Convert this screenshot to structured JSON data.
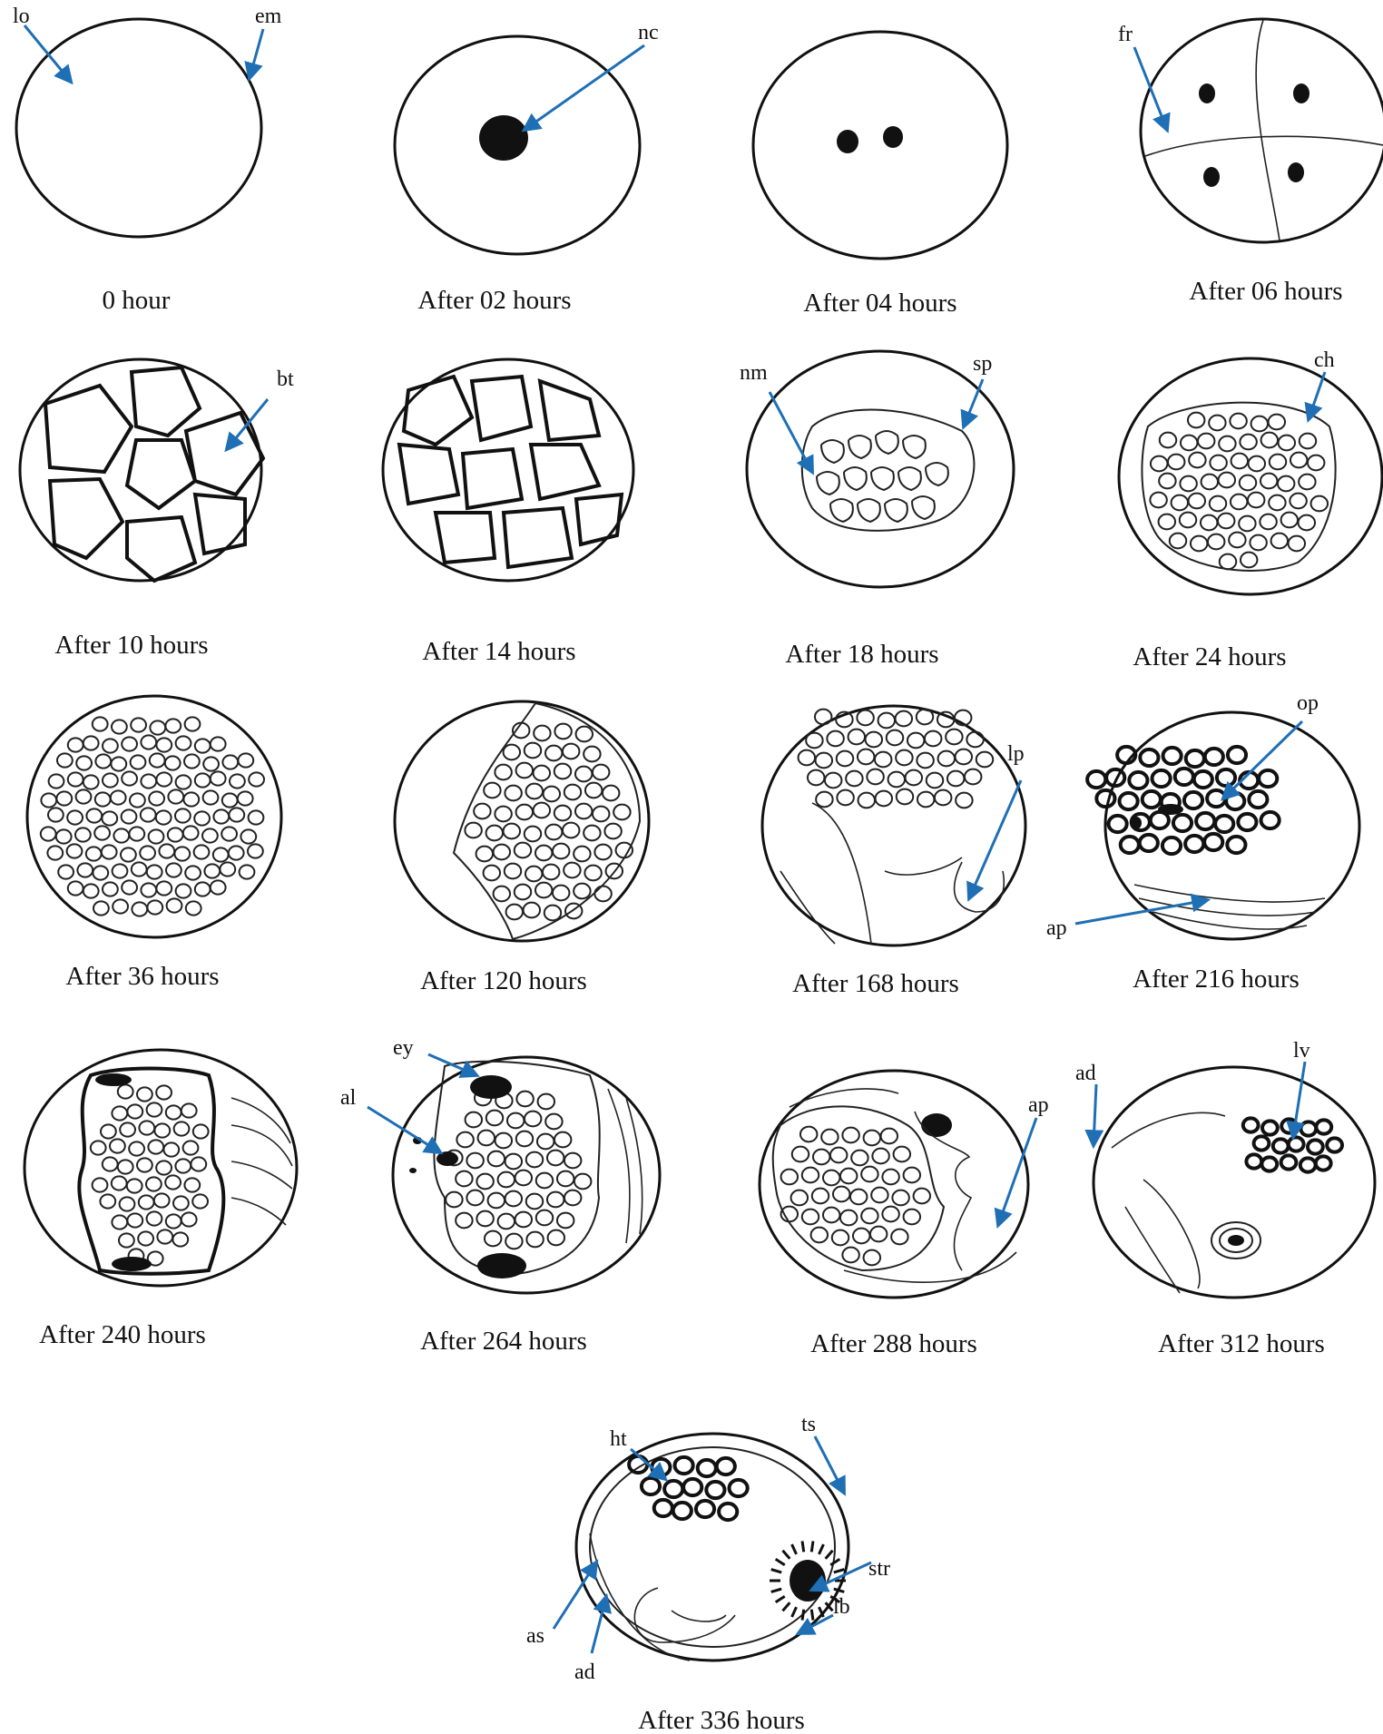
{
  "colors": {
    "arrow": "#1f6fb5",
    "ink": "#111111",
    "background": "#ffffff"
  },
  "panels": [
    {
      "id": "p0",
      "caption": "0 hour",
      "labels": [
        "lo",
        "em"
      ]
    },
    {
      "id": "p2",
      "caption": "After 02 hours",
      "labels": [
        "nc"
      ]
    },
    {
      "id": "p4",
      "caption": "After 04 hours",
      "labels": []
    },
    {
      "id": "p6",
      "caption": "After 06 hours",
      "labels": [
        "fr"
      ]
    },
    {
      "id": "p10",
      "caption": "After 10 hours",
      "labels": [
        "bt"
      ]
    },
    {
      "id": "p14",
      "caption": "After 14 hours",
      "labels": []
    },
    {
      "id": "p18",
      "caption": "After 18 hours",
      "labels": [
        "nm",
        "sp"
      ]
    },
    {
      "id": "p24",
      "caption": "After 24 hours",
      "labels": [
        "ch"
      ]
    },
    {
      "id": "p36",
      "caption": "After 36 hours",
      "labels": []
    },
    {
      "id": "p120",
      "caption": "After 120 hours",
      "labels": []
    },
    {
      "id": "p168",
      "caption": "After 168 hours",
      "labels": [
        "lp"
      ]
    },
    {
      "id": "p216",
      "caption": "After 216 hours",
      "labels": [
        "op",
        "ap"
      ]
    },
    {
      "id": "p240",
      "caption": "After 240 hours",
      "labels": []
    },
    {
      "id": "p264",
      "caption": "After 264 hours",
      "labels": [
        "ey",
        "al"
      ]
    },
    {
      "id": "p288",
      "caption": "After 288 hours",
      "labels": [
        "ap"
      ]
    },
    {
      "id": "p312",
      "caption": "After 312 hours",
      "labels": [
        "ad",
        "lv"
      ]
    },
    {
      "id": "p336",
      "caption": "After 336 hours",
      "labels": [
        "ht",
        "ts",
        "str",
        "as",
        "ad",
        "lb"
      ]
    }
  ]
}
